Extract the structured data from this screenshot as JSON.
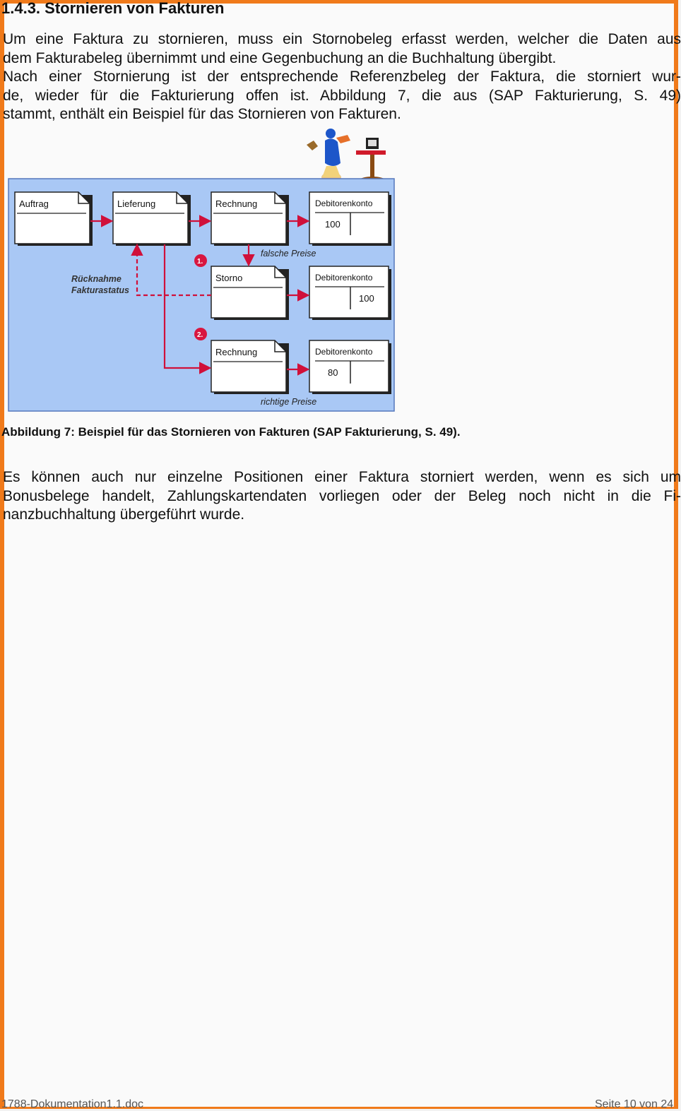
{
  "heading": "1.4.3. Stornieren von Fakturen",
  "paragraph1": [
    "Um eine Faktura zu stornieren, muss ein Stornobeleg erfasst werden, welcher die Daten aus",
    "dem Fakturabeleg übernimmt und eine Gegenbuchung an die Buchhaltung übergibt.",
    "Nach einer Stornierung ist der entsprechende Referenzbeleg der Faktura, die storniert wur-",
    "de, wieder für die Fakturierung offen ist. Abbildung 7, die aus (SAP Fakturierung, S. 49)",
    "stammt, enthält ein Beispiel für das Stornieren von Fakturen."
  ],
  "figure": {
    "docs": {
      "auftrag": "Auftrag",
      "lieferung": "Lieferung",
      "rechnung1": "Rechnung",
      "storno": "Storno",
      "rechnung2": "Rechnung"
    },
    "accounts": [
      {
        "title": "Debitorenkonto",
        "value": "100",
        "side": "left"
      },
      {
        "title": "Debitorenkonto",
        "value": "100",
        "side": "right"
      },
      {
        "title": "Debitorenkonto",
        "value": "80",
        "side": "left"
      }
    ],
    "label_falsche": "falsche Preise",
    "label_richtige": "richtige Preise",
    "label_ruecknahme_1": "Rücknahme",
    "label_ruecknahme_2": "Fakturastatus",
    "step1": "1.",
    "step2": "2.",
    "colors": {
      "panel": "#a9c8f5",
      "arrow": "#d0103a",
      "badge": "#d8163f"
    }
  },
  "caption": "Abbildung 7: Beispiel für das Stornieren von Fakturen (SAP Fakturierung, S. 49).",
  "paragraph2": [
    "Es können auch nur einzelne Positionen einer Faktura storniert werden, wenn es sich um",
    "Bonusbelege handelt, Zahlungskartendaten vorliegen oder der Beleg noch nicht in die Fi-",
    "nanzbuchhaltung übergeführt wurde."
  ],
  "footer": {
    "left": "1788-Dokumentation1.1.doc",
    "right": "Seite 10 von 24"
  }
}
